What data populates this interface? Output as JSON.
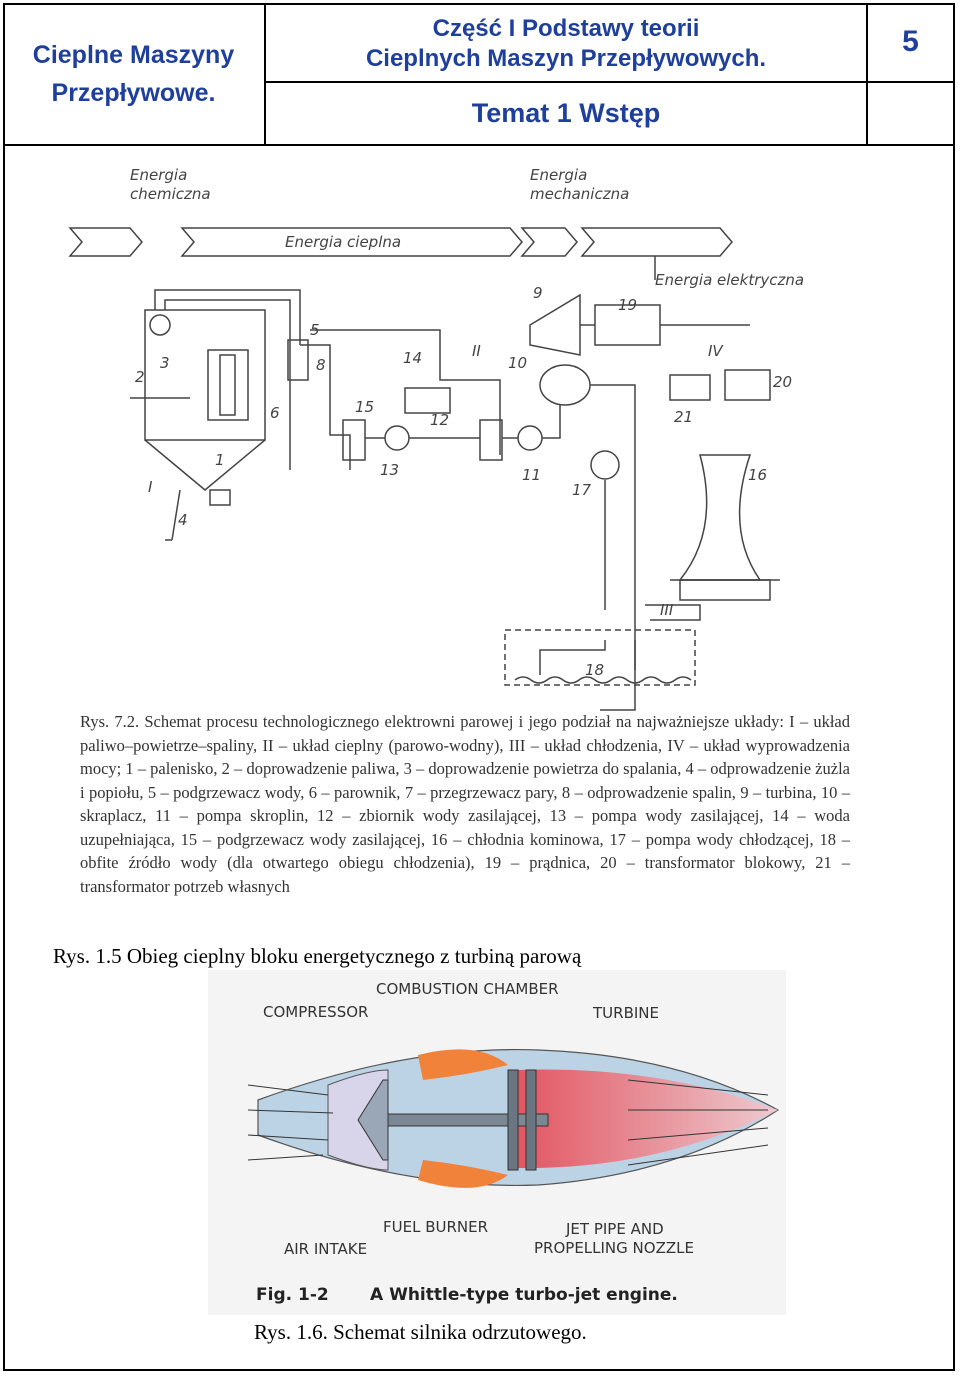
{
  "header": {
    "left_line1": "Cieplne Maszyny",
    "left_line2": "Przepływowe.",
    "mid_line1": "Część I Podstawy teorii",
    "mid_line2": "Cieplnych Maszyn Przepływowych.",
    "topic": "Temat 1 Wstęp",
    "page_number": "5"
  },
  "figure1": {
    "labels": {
      "chemical": [
        "Energia",
        "chemiczna"
      ],
      "mechanical": [
        "Energia",
        "mechaniczna"
      ],
      "thermal": "Energia cieplna",
      "electrical": "Energia elektryczna"
    },
    "numbers": [
      "1",
      "2",
      "3",
      "4",
      "5",
      "6",
      "8",
      "9",
      "10",
      "11",
      "12",
      "13",
      "14",
      "15",
      "16",
      "17",
      "18",
      "19",
      "20",
      "21"
    ],
    "roman": [
      "I",
      "II",
      "III",
      "IV"
    ],
    "inner_caption": "Rys. 7.2. Schemat procesu technologicznego elektrowni parowej i jego podział na najważniejsze układy: I – układ paliwo–powietrze–spaliny, II – układ cieplny (parowo-wodny), III – układ chłodzenia, IV – układ wyprowadzenia mocy; 1 – palenisko, 2 – doprowadzenie paliwa, 3 – doprowadzenie powietrza do spalania, 4 – odprowadzenie żużla i popiołu, 5 – podgrzewacz wody, 6 – parownik, 7 – przegrzewacz pary, 8 – odprowadzenie spalin, 9 – turbina, 10 – skraplacz, 11 – pompa skroplin, 12 – zbiornik wody zasilającej, 13 – pompa wody zasilającej, 14 – woda uzupełniająca, 15 – podgrzewacz wody zasilającej, 16 – chłodnia kominowa, 17 – pompa wody chłodzącej, 18 – obfite źródło wody (dla otwartego obiegu chłodzenia), 19 – prądnica, 20 – transformator blokowy, 21 – transformator potrzeb własnych"
  },
  "caption1": "Rys. 1.5 Obieg cieplny bloku energetycznego z turbiną parową",
  "figure2": {
    "combustion_chamber": "COMBUSTION CHAMBER",
    "compressor": "COMPRESSOR",
    "turbine": "TURBINE",
    "fuel_burner": "FUEL BURNER",
    "air_intake": "AIR INTAKE",
    "jet_pipe_1": "JET PIPE AND",
    "jet_pipe_2": "PROPELLING NOZZLE",
    "fig_label": "Fig. 1-2",
    "fig_title": "A Whittle-type turbo-jet engine."
  },
  "caption2": "Rys. 1.6. Schemat silnika odrzutowego."
}
